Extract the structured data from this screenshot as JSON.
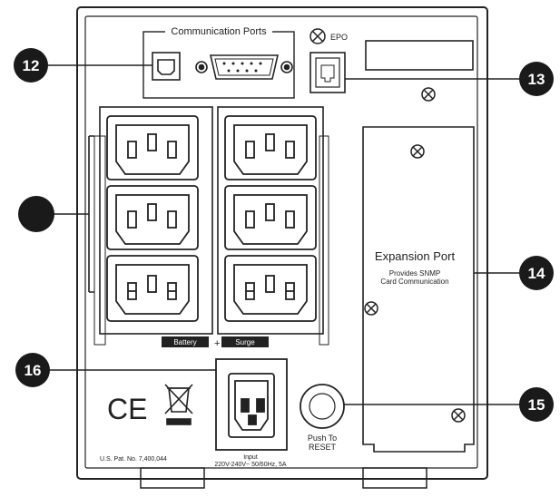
{
  "ports": {
    "communication_title": "Communication  Ports",
    "epo_label": "EPO",
    "expansion_title": "Expansion Port",
    "expansion_desc_1": "Provides SNMP",
    "expansion_desc_2": "Card Communication",
    "reset_label_1": "Push To",
    "reset_label_2": "RESET",
    "input_label_1": "Input",
    "input_label_2": "220V-240V~ 50/60Hz, 5A",
    "patent_text": "U.S. Pat. No. 7,400,044",
    "ce_mark": "CE",
    "outlet_tag_left": "Battery",
    "outlet_tag_right": "Surge"
  },
  "callouts": [
    {
      "id": "12",
      "label": "12",
      "target": "usb-port"
    },
    {
      "id": "13",
      "label": "13",
      "target": "epo-port"
    },
    {
      "id": "blank",
      "label": "",
      "target": "outlet-bank"
    },
    {
      "id": "14",
      "label": "14",
      "target": "expansion-port"
    },
    {
      "id": "16",
      "label": "16",
      "target": "ac-input"
    },
    {
      "id": "15",
      "label": "15",
      "target": "reset-button"
    }
  ],
  "colors": {
    "line": "#222222",
    "callout_fill": "#1a1a1a",
    "panel_bg": "#ffffff"
  }
}
